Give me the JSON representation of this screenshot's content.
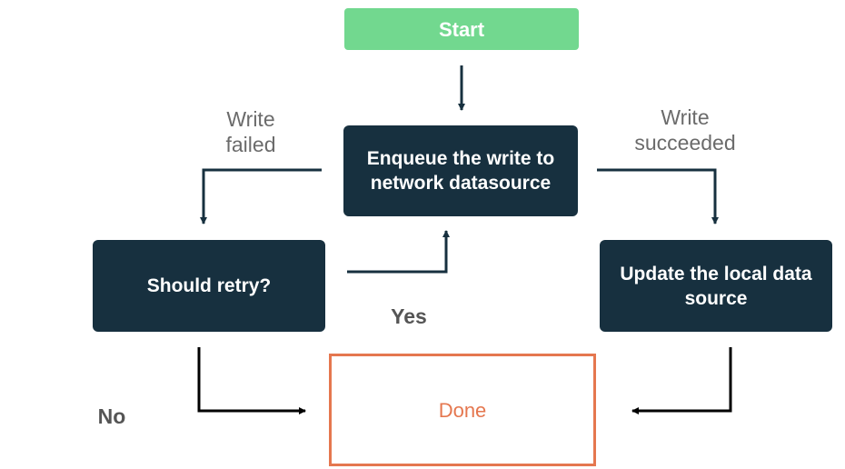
{
  "nodes": {
    "start": "Start",
    "enqueue": "Enqueue the write to network datasource",
    "retry": "Should retry?",
    "update": "Update the local data source",
    "done": "Done"
  },
  "edge_labels": {
    "write_failed": "Write failed",
    "write_succeeded": "Write succeeded",
    "yes": "Yes",
    "no": "No"
  },
  "colors": {
    "start_fill": "#72d88f",
    "process_fill": "#17303f",
    "done_border": "#e5774f",
    "connector_primary": "#17303f",
    "connector_secondary": "#000000"
  }
}
